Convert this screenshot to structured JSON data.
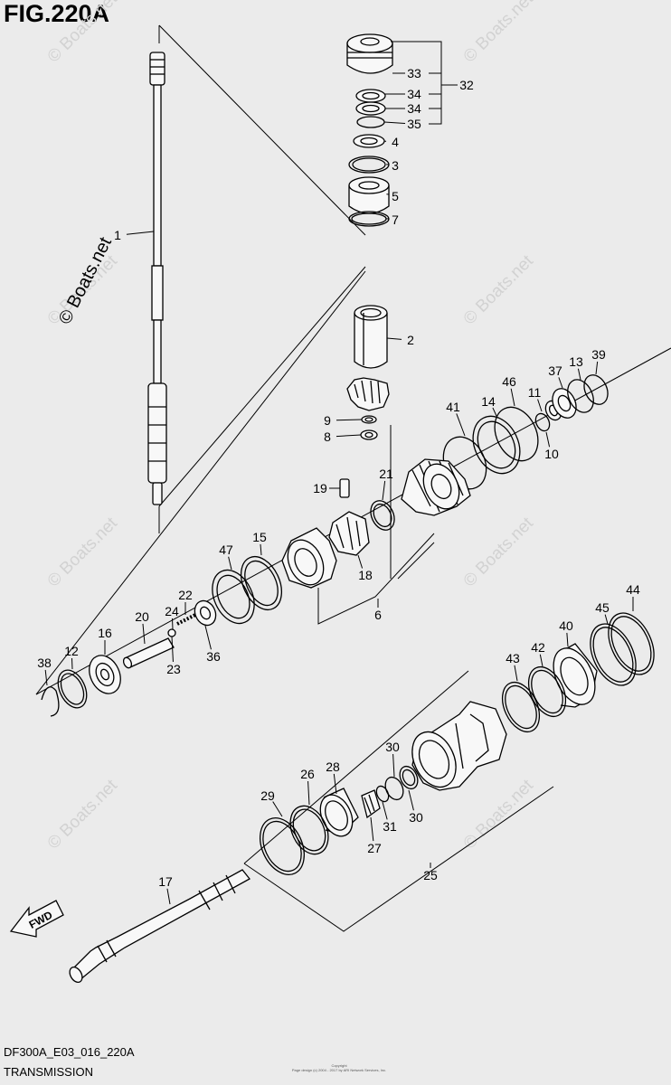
{
  "figure": {
    "title": "FIG.220A"
  },
  "footer": {
    "code": "DF300A_E03_016_220A",
    "name": "TRANSMISSION",
    "fine_print": [
      "Copyright",
      "Page design (c) 2004 - 2017 by ARI Network Services, Inc."
    ]
  },
  "watermark": {
    "text": "© Boats.net"
  },
  "fwd_label": "FWD",
  "callouts": [
    {
      "label": "1"
    },
    {
      "label": "2"
    },
    {
      "label": "3"
    },
    {
      "label": "4"
    },
    {
      "label": "5"
    },
    {
      "label": "6"
    },
    {
      "label": "7"
    },
    {
      "label": "8"
    },
    {
      "label": "9"
    },
    {
      "label": "10"
    },
    {
      "label": "11"
    },
    {
      "label": "12"
    },
    {
      "label": "13"
    },
    {
      "label": "14"
    },
    {
      "label": "15"
    },
    {
      "label": "16"
    },
    {
      "label": "17"
    },
    {
      "label": "18"
    },
    {
      "label": "19"
    },
    {
      "label": "20"
    },
    {
      "label": "21"
    },
    {
      "label": "22"
    },
    {
      "label": "23"
    },
    {
      "label": "24"
    },
    {
      "label": "25"
    },
    {
      "label": "26"
    },
    {
      "label": "27"
    },
    {
      "label": "28"
    },
    {
      "label": "29"
    },
    {
      "label": "30"
    },
    {
      "label": "30"
    },
    {
      "label": "31"
    },
    {
      "label": "32"
    },
    {
      "label": "33"
    },
    {
      "label": "34"
    },
    {
      "label": "34"
    },
    {
      "label": "35"
    },
    {
      "label": "36"
    },
    {
      "label": "37"
    },
    {
      "label": "38"
    },
    {
      "label": "39"
    },
    {
      "label": "40"
    },
    {
      "label": "41"
    },
    {
      "label": "42"
    },
    {
      "label": "43"
    },
    {
      "label": "44"
    },
    {
      "label": "45"
    },
    {
      "label": "46"
    },
    {
      "label": "47"
    }
  ]
}
